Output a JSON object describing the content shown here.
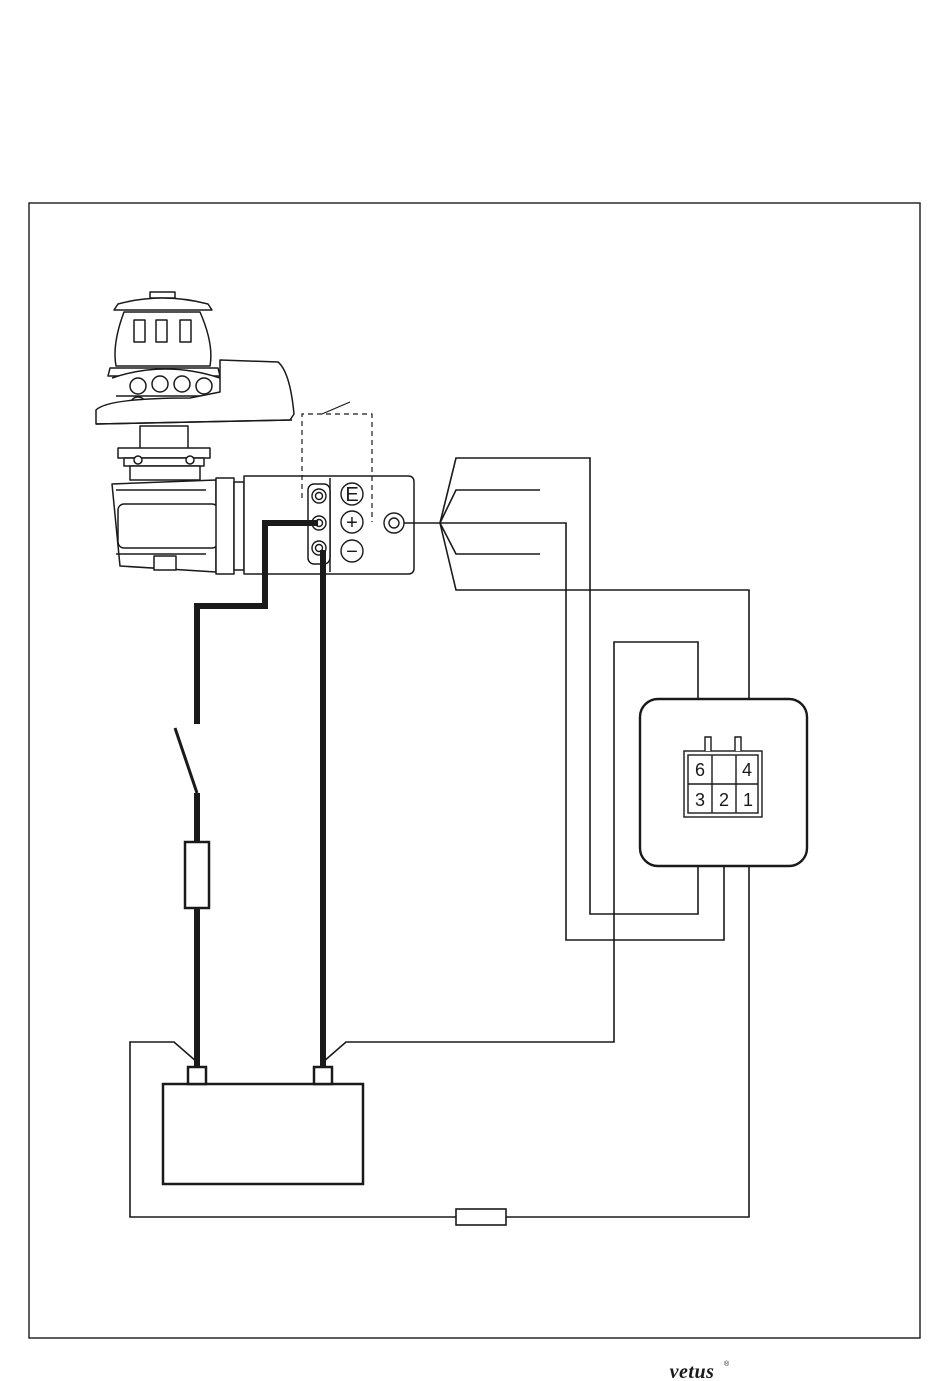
{
  "terminals": {
    "e_label": "E",
    "plus_label": "+",
    "minus_label": "−"
  },
  "connector": {
    "pins": [
      "6",
      "4",
      "3",
      "2",
      "1"
    ]
  },
  "footer": {
    "logo_text": "vetus",
    "registered_mark": "®"
  },
  "colors": {
    "line": "#1a1a1a",
    "background": "#ffffff"
  }
}
